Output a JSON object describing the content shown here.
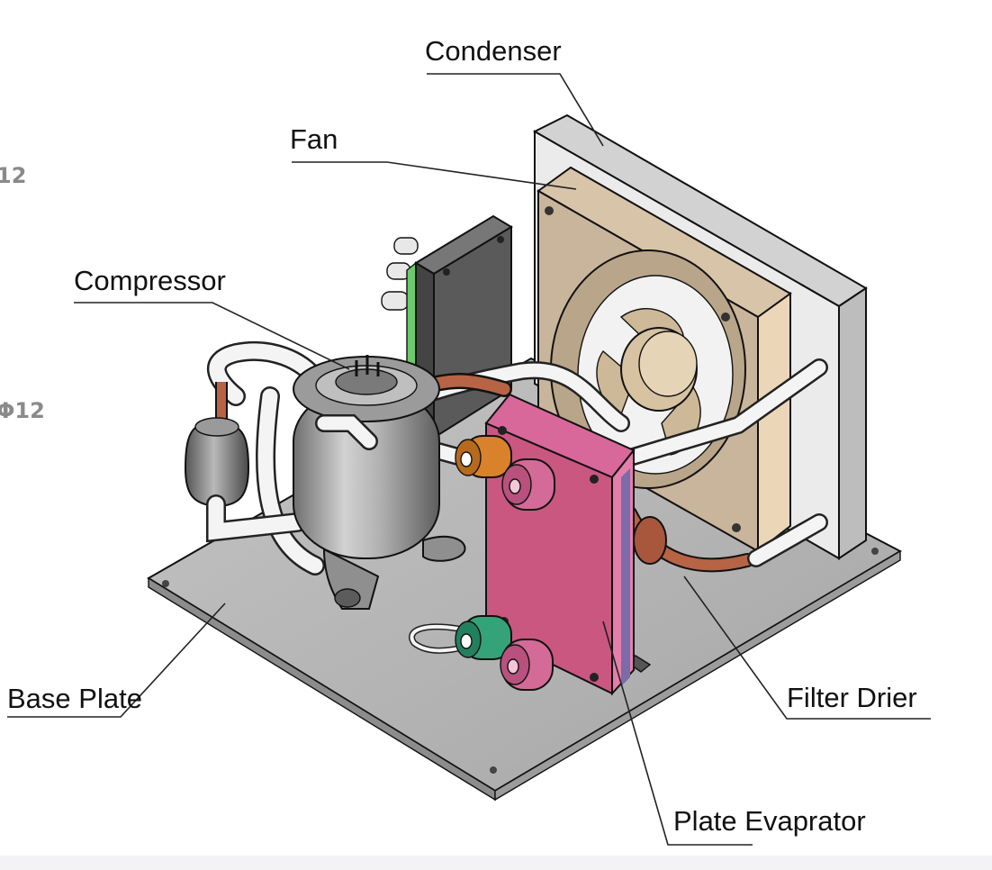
{
  "labels": {
    "condenser": "Condenser",
    "fan": "Fan",
    "compressor": "Compressor",
    "base_plate": "Base Plate",
    "filter_drier": "Filter Drier",
    "plate_evaporator": "Plate Evaprator"
  },
  "edge_marks": {
    "upper": "12",
    "lower": "Φ12"
  },
  "colors": {
    "base_plate": "#b5b5b5",
    "condenser": "#e4e4e4",
    "fan_frame": "#c9b59b",
    "fan_side": "#ecd6b8",
    "evaporator": "#c9577f",
    "evaporator_side": "#e47fab",
    "copper": "#b76346",
    "orange_fitting": "#d9822b",
    "green_fitting": "#34a37a",
    "compressor": "#a9a9a9",
    "dark_panel": "#5a5a5a",
    "green_strip": "#6cc96c"
  }
}
